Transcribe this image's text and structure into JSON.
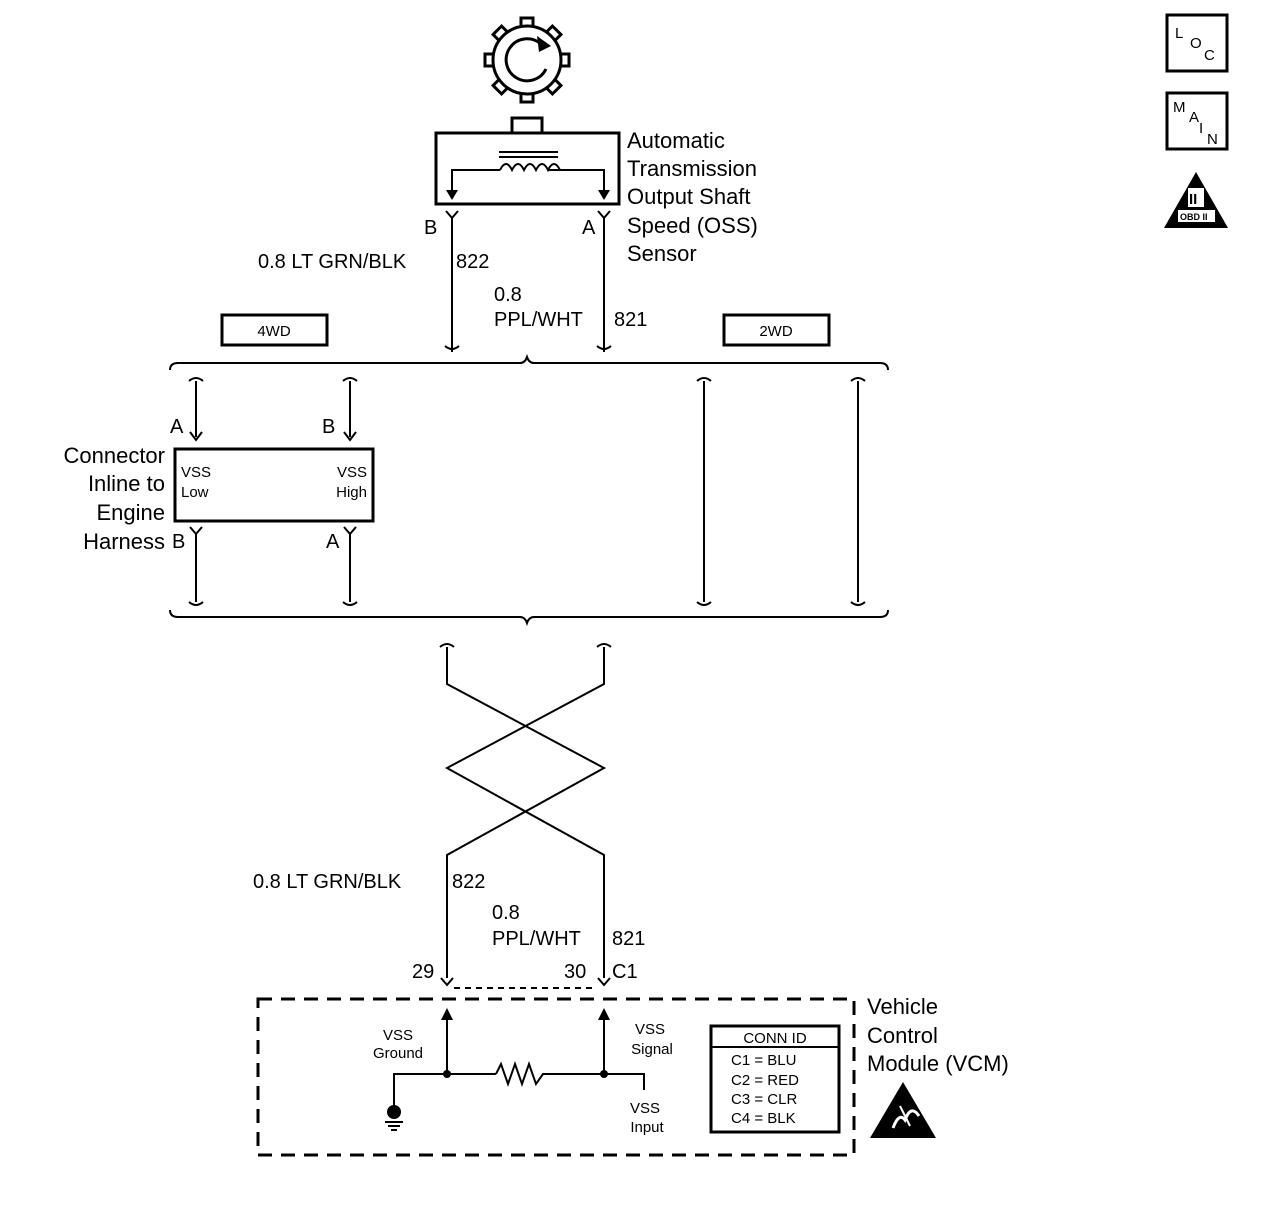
{
  "sensor": {
    "label_lines": [
      "Automatic",
      "Transmission",
      "Output Shaft",
      "Speed (OSS)",
      "Sensor"
    ],
    "pin_b": "B",
    "pin_a": "A"
  },
  "wires_top": {
    "wire1_label": "0.8 LT GRN/BLK",
    "wire1_circuit": "822",
    "wire2_gauge": "0.8",
    "wire2_label": "PPL/WHT",
    "wire2_circuit": "821"
  },
  "variants": {
    "left": "4WD",
    "right": "2WD"
  },
  "connector": {
    "label_lines": [
      "Connector",
      "Inline to",
      "Engine",
      "Harness"
    ],
    "top_pin_a": "A",
    "top_pin_b": "B",
    "bottom_pin_b": "B",
    "bottom_pin_a": "A",
    "left_name": [
      "VSS",
      "Low"
    ],
    "right_name": [
      "VSS",
      "High"
    ]
  },
  "wires_bottom": {
    "wire1_label": "0.8 LT GRN/BLK",
    "wire1_circuit": "822",
    "wire2_gauge": "0.8",
    "wire2_label": "PPL/WHT",
    "wire2_circuit": "821",
    "pin_29": "29",
    "pin_30": "30",
    "conn": "C1"
  },
  "vcm": {
    "label_lines": [
      "Vehicle",
      "Control",
      "Module (VCM)"
    ],
    "ground_label": [
      "VSS",
      "Ground"
    ],
    "signal_label": [
      "VSS",
      "Signal"
    ],
    "input_label": [
      "VSS",
      "Input"
    ],
    "conn_id": {
      "title": "CONN ID",
      "rows": [
        "C1 = BLU",
        "C2 = RED",
        "C3 = CLR",
        "C4 = BLK"
      ]
    }
  },
  "icons": {
    "loc": [
      "L",
      "O",
      "C"
    ],
    "main": [
      "M",
      "A",
      "I",
      "N"
    ],
    "obd": [
      "II",
      "OBD II"
    ],
    "esd": "esd-warning-icon",
    "sensor": "rotor-gear-icon"
  }
}
